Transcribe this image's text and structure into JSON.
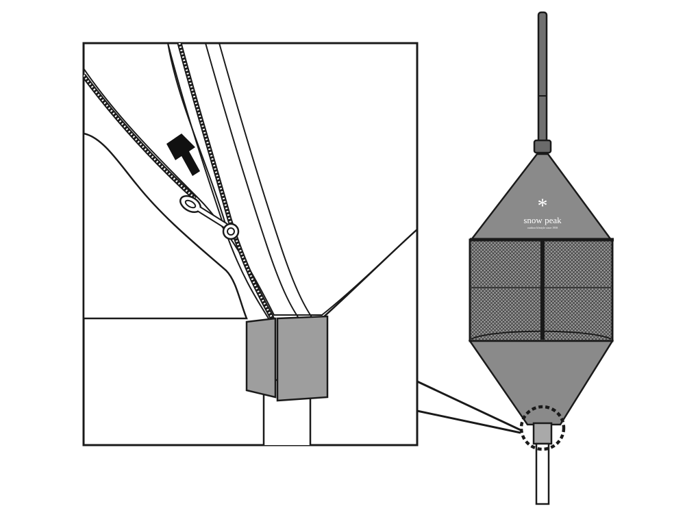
{
  "figure": {
    "subject": "hanging pole organizer with zipper detail",
    "brand": {
      "symbol": "*",
      "name": "snow peak",
      "tagline": "outdoor lifestyle since 1958"
    },
    "arrow": {
      "meaning": "pull zipper upward",
      "icon": "arrow-up-icon"
    },
    "colors": {
      "fabric": "#8a8a8a",
      "fabric_light": "#a9a9a9",
      "zoom_panel_cloth": "#f2f2f2",
      "mesh": "#6d6d6d",
      "outline": "#1a1a1a",
      "background": "#ffffff"
    }
  }
}
